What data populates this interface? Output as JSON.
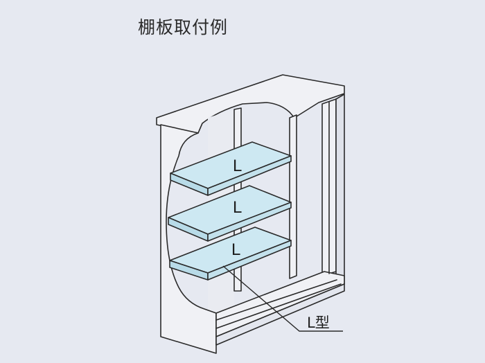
{
  "title": "棚板取付例",
  "shelves": [
    {
      "label": "L"
    },
    {
      "label": "L"
    },
    {
      "label": "L"
    }
  ],
  "callout": {
    "label": "L型"
  },
  "colors": {
    "background": "#e6e9f1",
    "cabinet": "#f0f1f5",
    "cabinet_shade": "#d9dce6",
    "shelf": "#cde8f2",
    "line": "#2a2a2a"
  }
}
